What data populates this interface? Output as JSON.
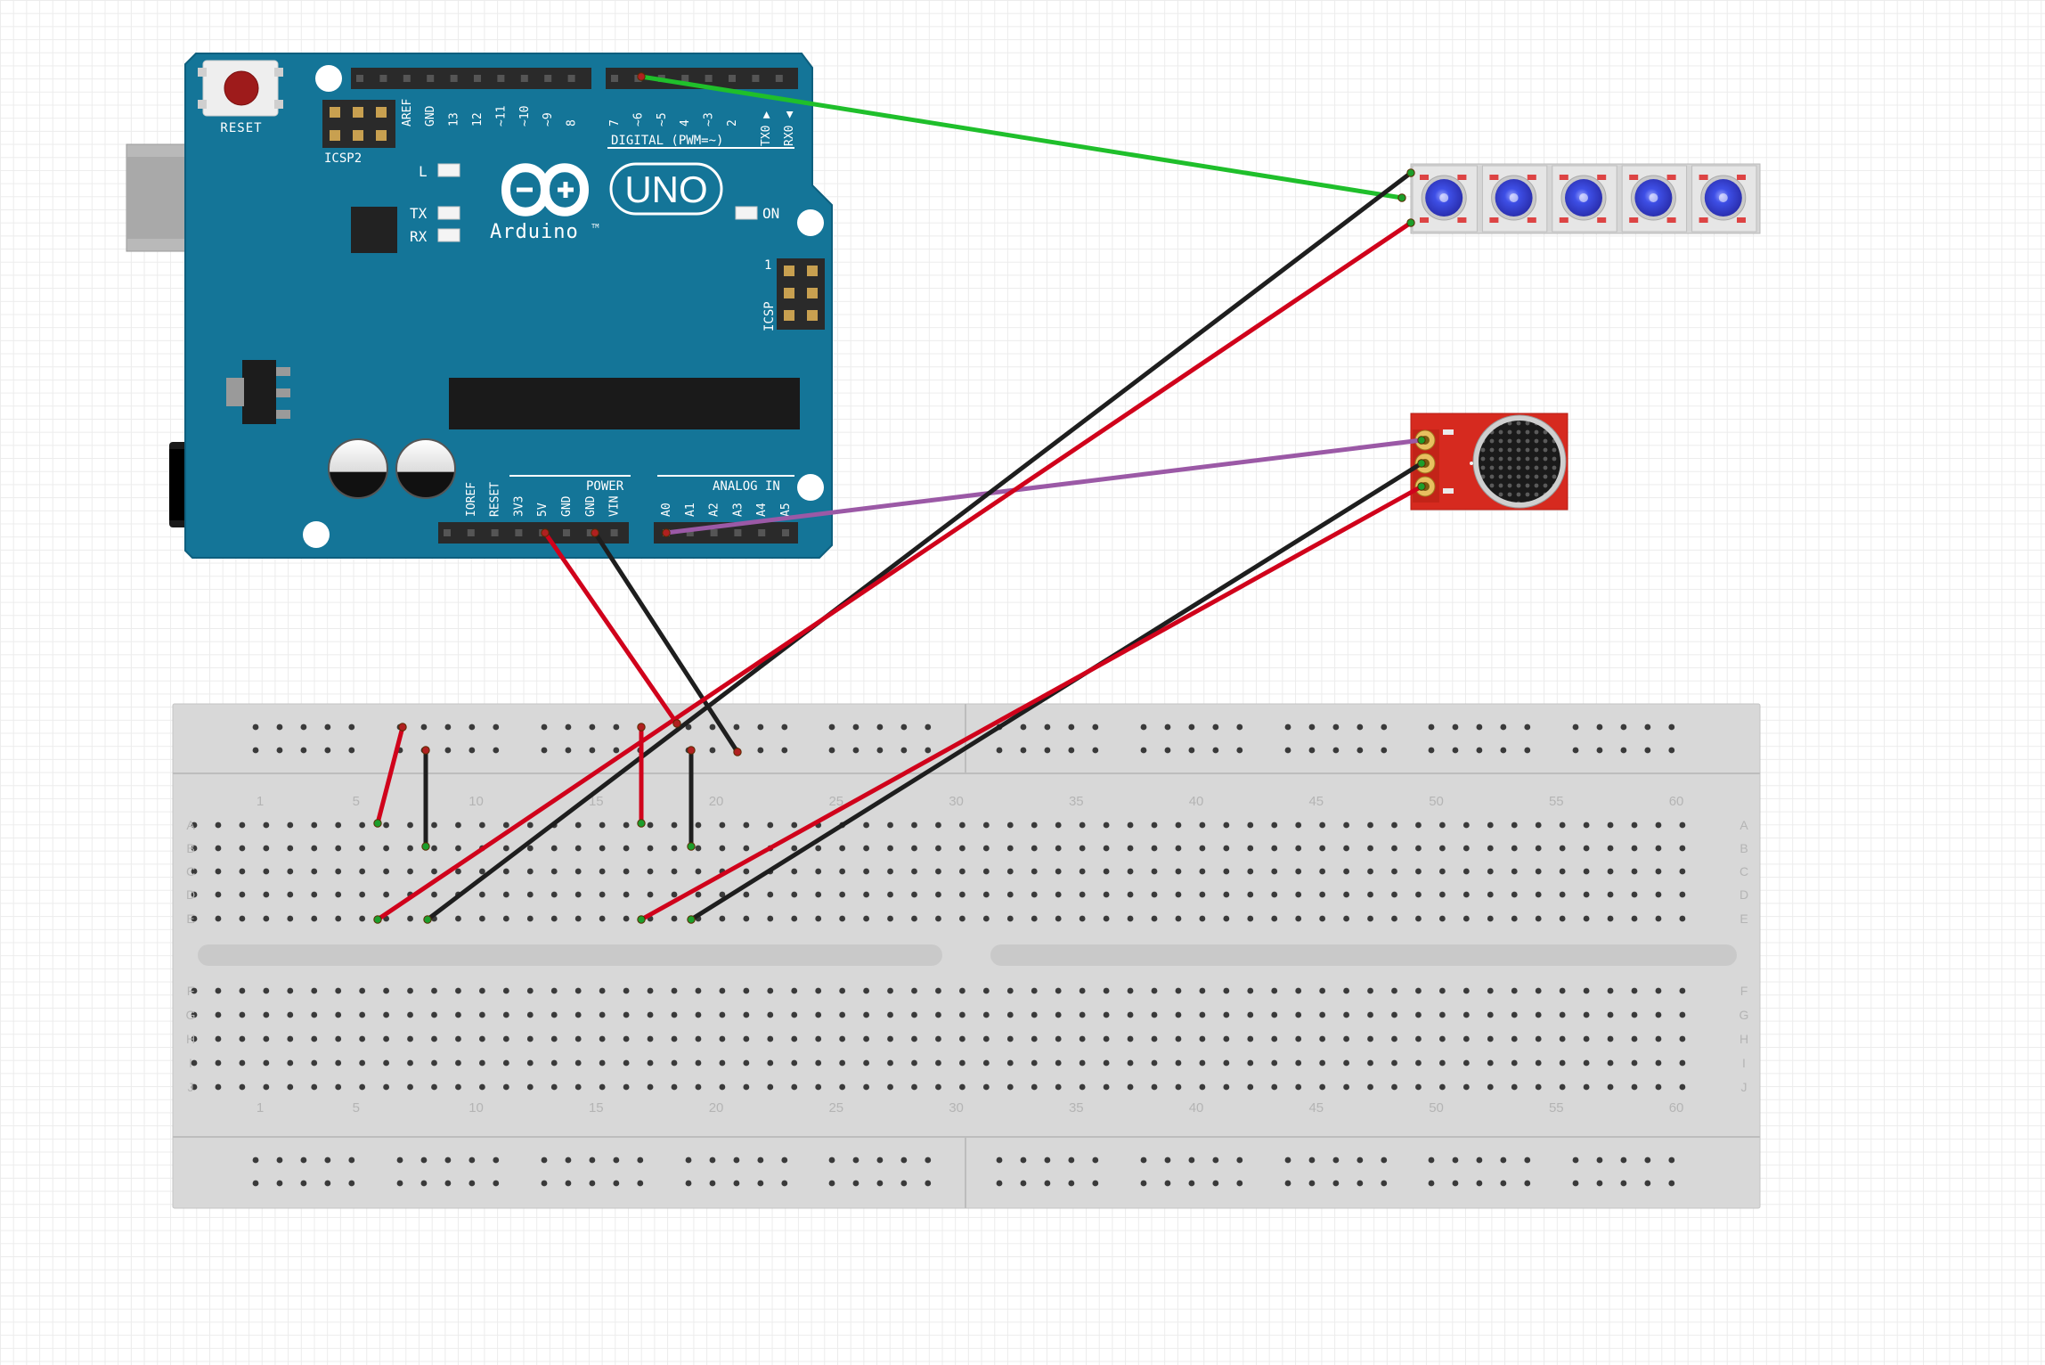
{
  "colors": {
    "arduino_board": "#147598",
    "arduino_edge": "#0e5f7e",
    "wire_red": "#d0021b",
    "wire_black": "#1e1e1e",
    "wire_green": "#1fbf2b",
    "wire_purple": "#9b59a6",
    "breadboard": "#d8d8d8",
    "mic_board": "#d62a1f",
    "led_lens": "#3d46d8"
  },
  "arduino": {
    "reset_label": "RESET",
    "icsp2_label": "ICSP2",
    "icsp_label": "ICSP",
    "icsp_pin1": "1",
    "l_label": "L",
    "tx_label": "TX",
    "rx_label": "RX",
    "on_label": "ON",
    "logo_text": "Arduino",
    "logo_tm": "TM",
    "model": "UNO",
    "digital_label": "DIGITAL (PWM=~)",
    "tx_pin": "TX0 ▶",
    "rx_pin": "RX0 ◀",
    "power_label": "POWER",
    "analog_label": "ANALOG IN",
    "top_pins_left": [
      "AREF",
      "GND",
      "13",
      "12",
      "~11",
      "~10",
      "~9",
      "8"
    ],
    "top_pins_right": [
      "7",
      "~6",
      "~5",
      "4",
      "~3",
      "2"
    ],
    "power_pins": [
      "IOREF",
      "RESET",
      "3V3",
      "5V",
      "GND",
      "GND",
      "VIN"
    ],
    "analog_pins": [
      "A0",
      "A1",
      "A2",
      "A3",
      "A4",
      "A5"
    ]
  },
  "breadboard": {
    "column_numbers": [
      "1",
      "5",
      "10",
      "15",
      "20",
      "25",
      "30",
      "35",
      "40",
      "45",
      "50",
      "55",
      "60"
    ],
    "top_rows": [
      "A",
      "B",
      "C",
      "D",
      "E"
    ],
    "bottom_rows": [
      "F",
      "G",
      "H",
      "I",
      "J"
    ]
  },
  "components": {
    "led_strip": {
      "led_count": 5
    },
    "microphone": {
      "pin_count": 3
    }
  }
}
